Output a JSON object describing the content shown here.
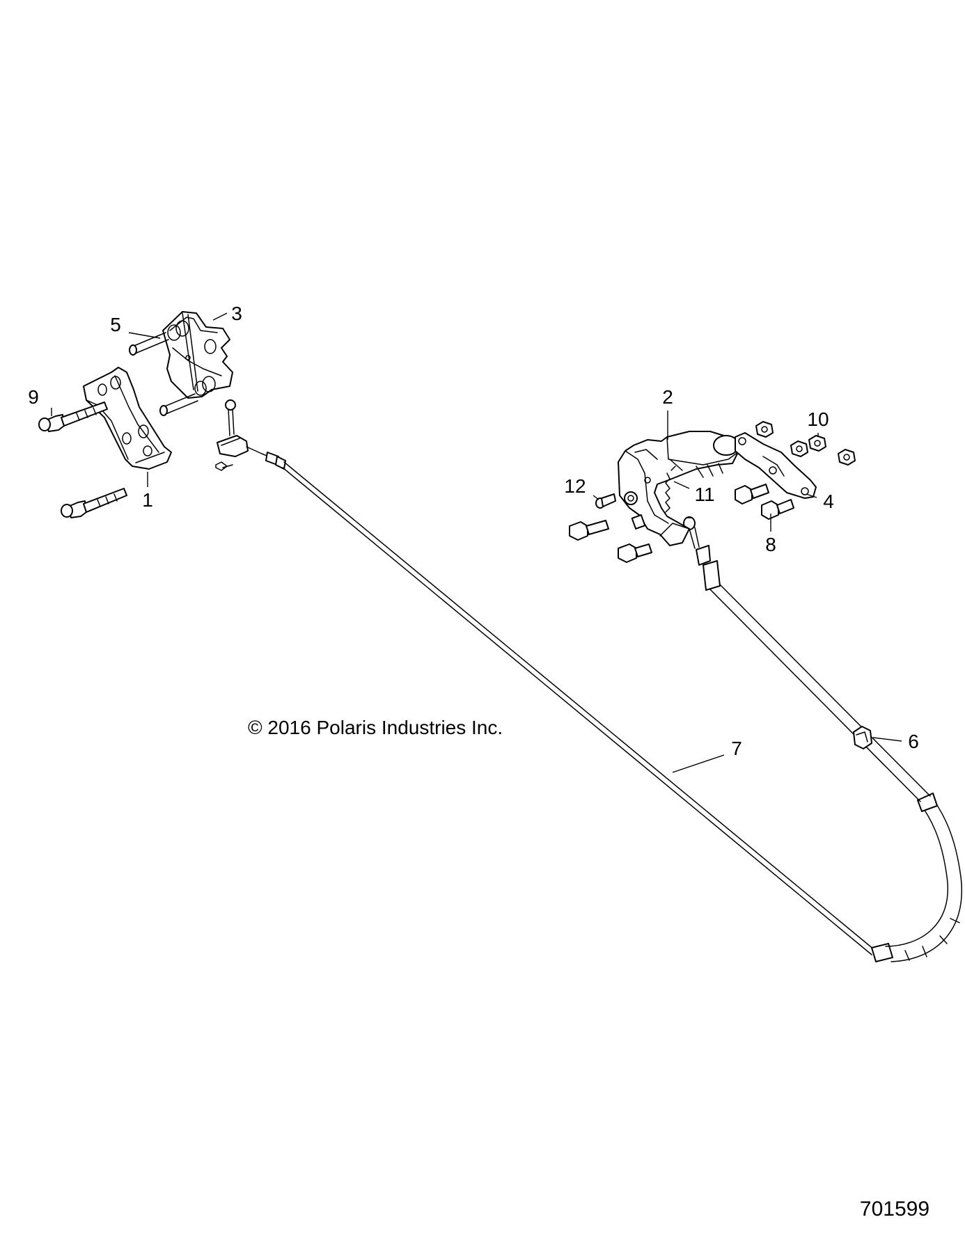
{
  "callouts": {
    "c1": "1",
    "c2": "2",
    "c3": "3",
    "c4": "4",
    "c5": "5",
    "c6": "6",
    "c7": "7",
    "c8": "8",
    "c9": "9",
    "c10": "10",
    "c11": "11",
    "c12": "12"
  },
  "copyright": "© 2016 Polaris Industries Inc.",
  "document_id": "701599"
}
